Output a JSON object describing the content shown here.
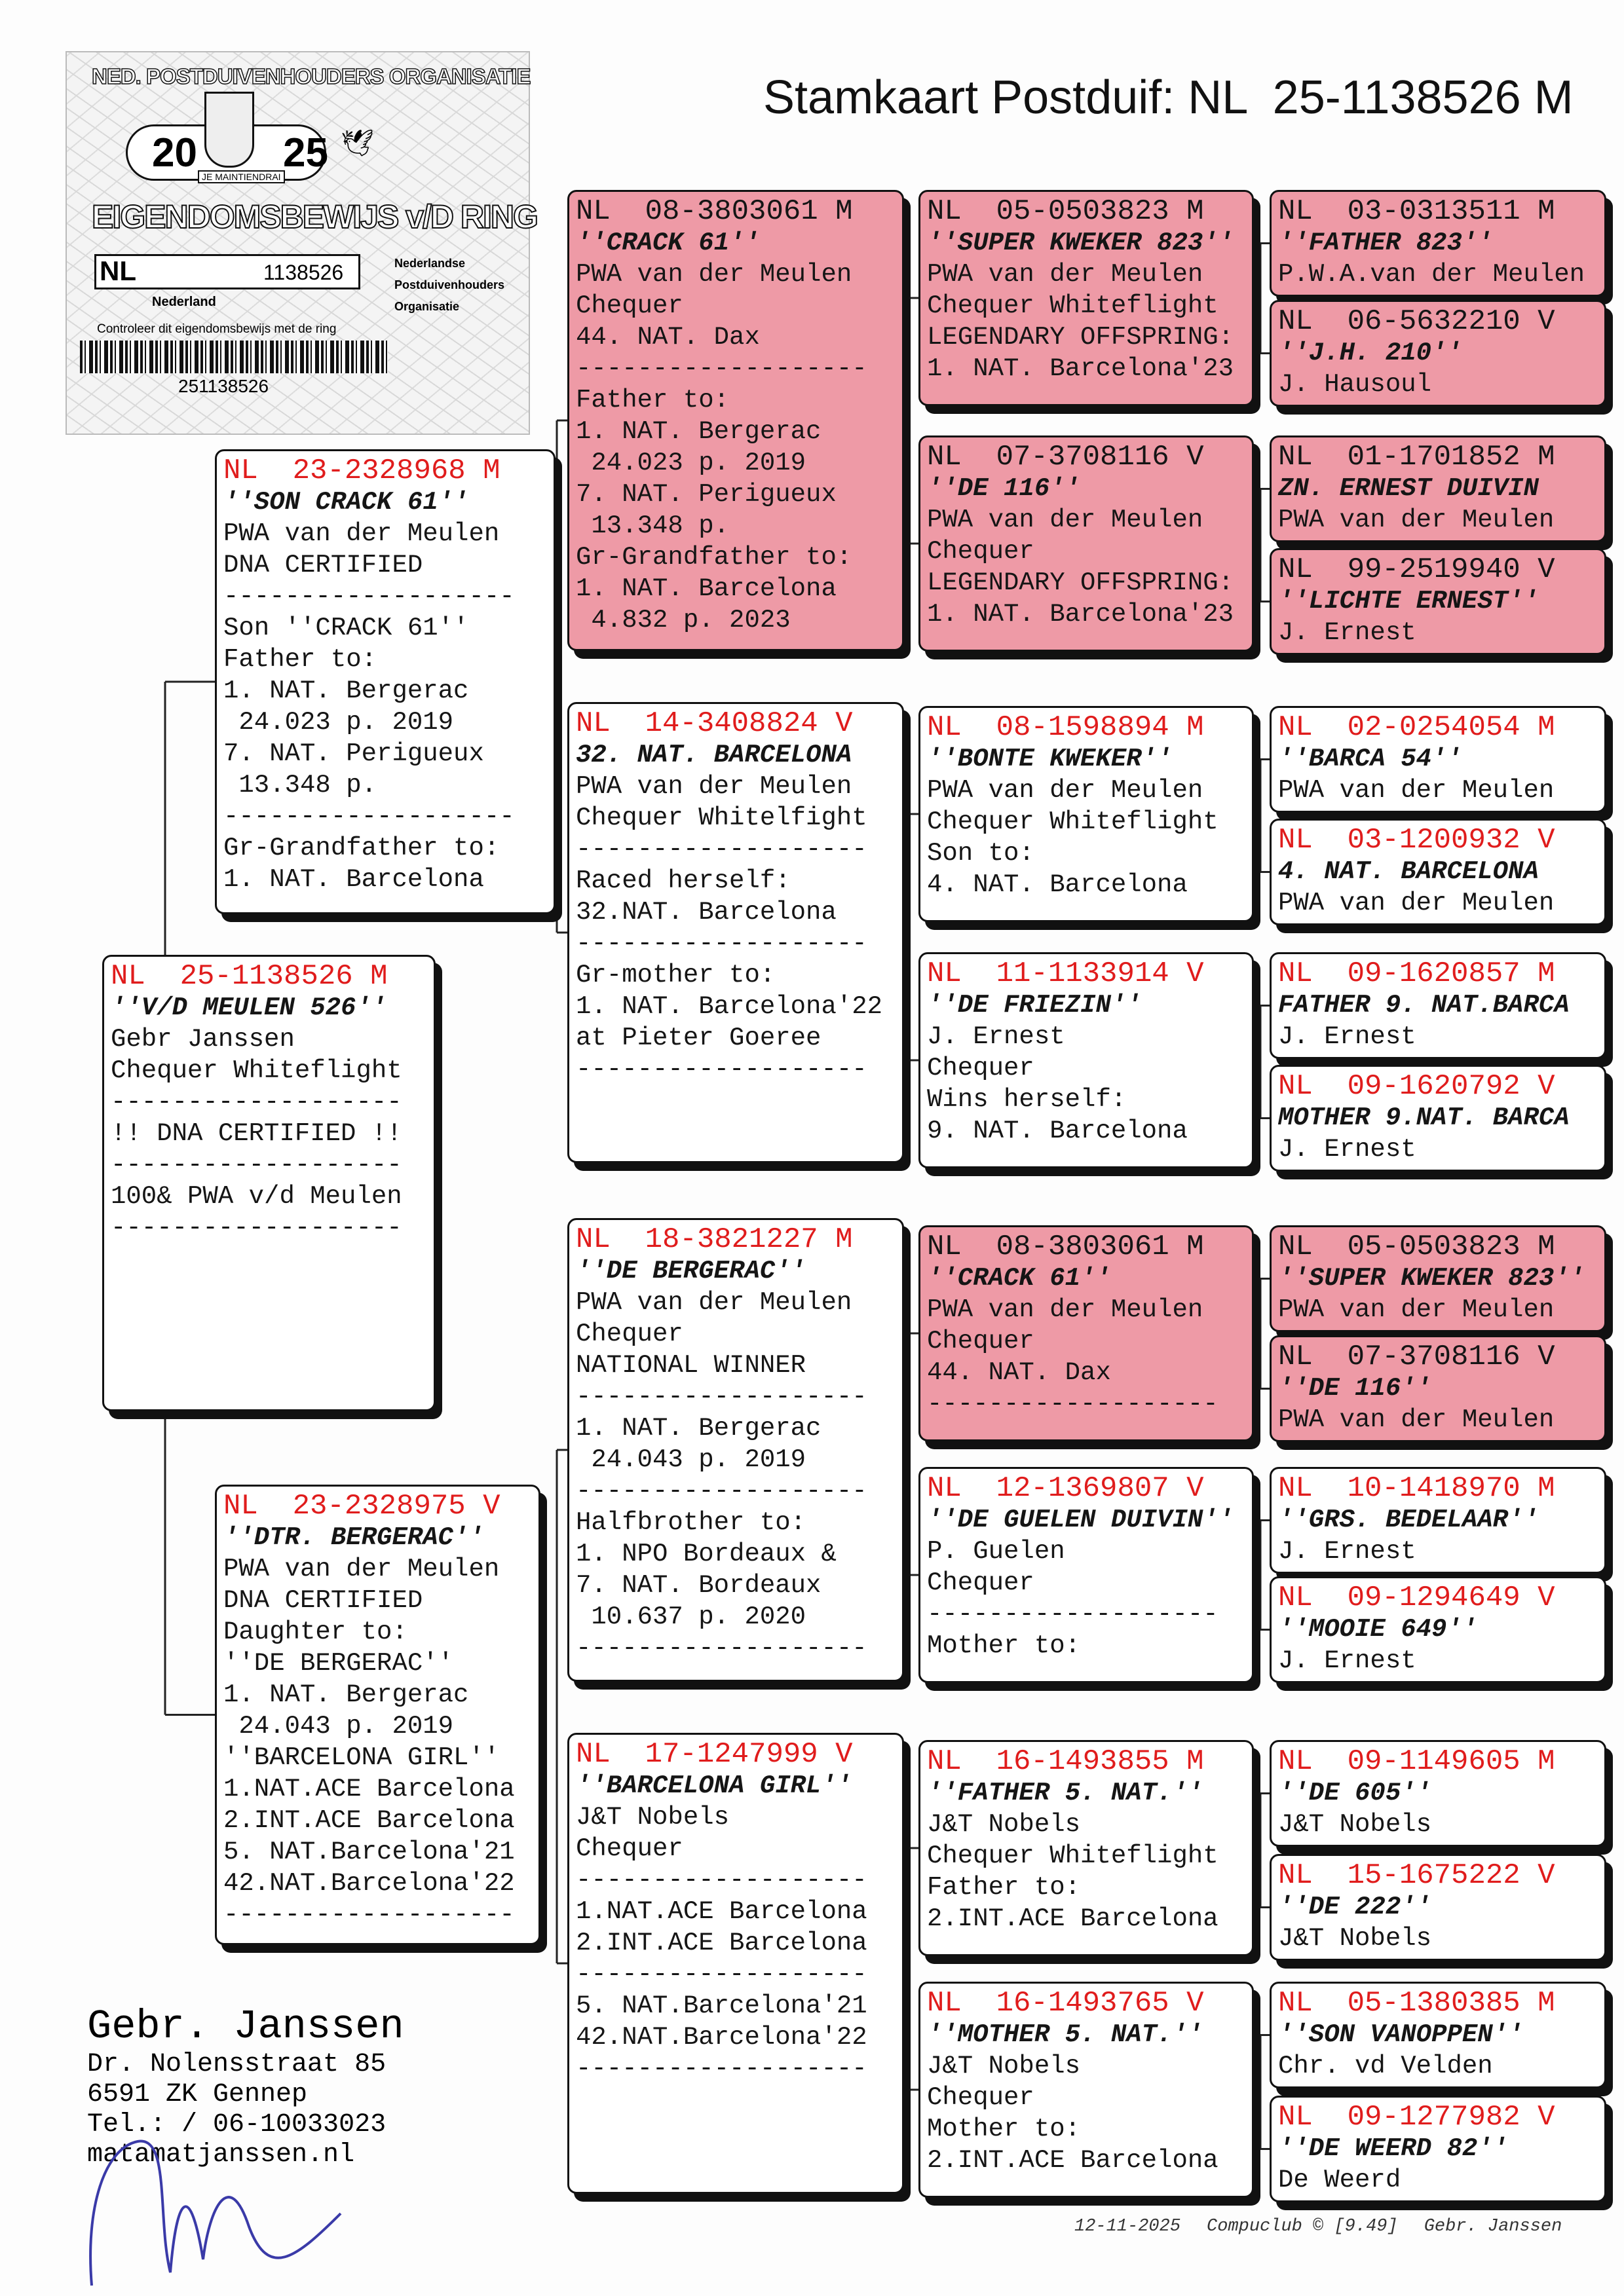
{
  "title": "Stamkaart Postduif: NL  25-1138526 M",
  "card": {
    "org": "NED. POSTDUIVENHOUDERS ORGANISATIE",
    "year_left": "20",
    "year_right": "25",
    "motto": "JE MAINTIENDRAI",
    "title": "EIGENDOMSBEWIJS v/D RING",
    "country": "NL",
    "ring": "1138526",
    "nederland": "Nederland",
    "npo": [
      "Nederlandse",
      "Postduivenhouders",
      "Organisatie"
    ],
    "check": "Controleer dit eigendomsbewijs met de ring",
    "barcode": "251138526"
  },
  "pedigree": {
    "boxes": [
      {
        "ring": "NL  25-1138526 M",
        "highlight": false,
        "lines": [
          "''V/D MEULEN 526''",
          "Gebr Janssen",
          "Chequer Whiteflight",
          "-------------------",
          "!! DNA CERTIFIED !!",
          "-------------------",
          "100& PWA v/d Meulen",
          "-------------------"
        ]
      },
      {
        "ring": "NL  23-2328968 M",
        "highlight": false,
        "lines": [
          "''SON CRACK 61''",
          "PWA van der Meulen",
          "DNA CERTIFIED",
          "-------------------",
          "Son ''CRACK 61''",
          "Father to:",
          "1. NAT. Bergerac",
          " 24.023 p. 2019",
          "7. NAT. Perigueux",
          " 13.348 p.",
          "-------------------",
          "Gr-Grandfather to:",
          "1. NAT. Barcelona"
        ]
      },
      {
        "ring": "NL  23-2328975 V",
        "highlight": false,
        "lines": [
          "''DTR. BERGERAC''",
          "PWA van der Meulen",
          "DNA CERTIFIED",
          "Daughter to:",
          "''DE BERGERAC''",
          "1. NAT. Bergerac",
          " 24.043 p. 2019",
          "''BARCELONA GIRL''",
          "1.NAT.ACE Barcelona",
          "2.INT.ACE Barcelona",
          "5. NAT.Barcelona'21",
          "42.NAT.Barcelona'22",
          "-------------------"
        ]
      },
      {
        "ring": "NL  08-3803061 M",
        "highlight": true,
        "lines": [
          "''CRACK 61''",
          "PWA van der Meulen",
          "Chequer",
          "44. NAT. Dax",
          "-------------------",
          "Father to:",
          "1. NAT. Bergerac",
          " 24.023 p. 2019",
          "7. NAT. Perigueux",
          " 13.348 p.",
          "Gr-Grandfather to:",
          "1. NAT. Barcelona",
          " 4.832 p. 2023"
        ]
      },
      {
        "ring": "NL  14-3408824 V",
        "highlight": false,
        "lines": [
          "32. NAT. BARCELONA",
          "PWA van der Meulen",
          "Chequer Whitelfight",
          "-------------------",
          "Raced herself:",
          "32.NAT. Barcelona",
          "-------------------",
          "Gr-mother to:",
          "1. NAT. Barcelona'22",
          "at Pieter Goeree",
          "-------------------"
        ]
      },
      {
        "ring": "NL  18-3821227 M",
        "highlight": false,
        "lines": [
          "''DE BERGERAC''",
          "PWA van der Meulen",
          "Chequer",
          "NATIONAL WINNER",
          "-------------------",
          "1. NAT. Bergerac",
          " 24.043 p. 2019",
          "-------------------",
          "Halfbrother to:",
          "1. NPO Bordeaux &",
          "7. NAT. Bordeaux",
          " 10.637 p. 2020",
          "-------------------"
        ]
      },
      {
        "ring": "NL  17-1247999 V",
        "highlight": false,
        "lines": [
          "''BARCELONA GIRL''",
          "J&T Nobels",
          "Chequer",
          "-------------------",
          "1.NAT.ACE Barcelona",
          "2.INT.ACE Barcelona",
          "-------------------",
          "5. NAT.Barcelona'21",
          "42.NAT.Barcelona'22",
          "-------------------"
        ]
      },
      {
        "ring": "NL  05-0503823 M",
        "highlight": true,
        "lines": [
          "''SUPER KWEKER 823''",
          "PWA van der Meulen",
          "Chequer Whiteflight",
          "LEGENDARY OFFSPRING:",
          "1. NAT. Barcelona'23"
        ]
      },
      {
        "ring": "NL  07-3708116 V",
        "highlight": true,
        "lines": [
          "''DE 116''",
          "PWA van der Meulen",
          "Chequer",
          "LEGENDARY OFFSPRING:",
          "1. NAT. Barcelona'23"
        ]
      },
      {
        "ring": "NL  08-1598894 M",
        "highlight": false,
        "lines": [
          "''BONTE KWEKER''",
          "PWA van der Meulen",
          "Chequer Whiteflight",
          "Son to:",
          "4. NAT. Barcelona"
        ]
      },
      {
        "ring": "NL  11-1133914 V",
        "highlight": false,
        "lines": [
          "''DE FRIEZIN''",
          "J. Ernest",
          "Chequer",
          "Wins herself:",
          "9. NAT. Barcelona"
        ]
      },
      {
        "ring": "NL  08-3803061 M",
        "highlight": true,
        "lines": [
          "''CRACK 61''",
          "PWA van der Meulen",
          "Chequer",
          "44. NAT. Dax",
          "-------------------"
        ]
      },
      {
        "ring": "NL  12-1369807 V",
        "highlight": false,
        "lines": [
          "''DE GUELEN DUIVIN''",
          "P. Guelen",
          "Chequer",
          "-------------------",
          "Mother to:"
        ]
      },
      {
        "ring": "NL  16-1493855 M",
        "highlight": false,
        "lines": [
          "''FATHER 5. NAT.''",
          "J&T Nobels",
          "Chequer Whiteflight",
          "Father to:",
          "2.INT.ACE Barcelona"
        ]
      },
      {
        "ring": "NL  16-1493765 V",
        "highlight": false,
        "lines": [
          "''MOTHER 5. NAT.''",
          "J&T Nobels",
          "Chequer",
          "Mother to:",
          "2.INT.ACE Barcelona"
        ]
      },
      {
        "ring": "NL  03-0313511 M",
        "highlight": true,
        "lines": [
          "''FATHER 823''",
          "P.W.A.van der Meulen"
        ]
      },
      {
        "ring": "NL  06-5632210 V",
        "highlight": true,
        "lines": [
          "''J.H. 210''",
          "J. Hausoul"
        ]
      },
      {
        "ring": "NL  01-1701852 M",
        "highlight": true,
        "lines": [
          "ZN. ERNEST DUIVIN",
          "PWA van der Meulen"
        ]
      },
      {
        "ring": "NL  99-2519940 V",
        "highlight": true,
        "lines": [
          "''LICHTE ERNEST''",
          "J. Ernest"
        ]
      },
      {
        "ring": "NL  02-0254054 M",
        "highlight": false,
        "lines": [
          "''BARCA 54''",
          "PWA van der Meulen"
        ]
      },
      {
        "ring": "NL  03-1200932 V",
        "highlight": false,
        "lines": [
          "4. NAT. BARCELONA",
          "PWA van der Meulen"
        ]
      },
      {
        "ring": "NL  09-1620857 M",
        "highlight": false,
        "lines": [
          "FATHER 9. NAT.BARCA",
          "J. Ernest"
        ]
      },
      {
        "ring": "NL  09-1620792 V",
        "highlight": false,
        "lines": [
          "MOTHER 9.NAT. BARCA",
          "J. Ernest"
        ]
      },
      {
        "ring": "NL  05-0503823 M",
        "highlight": true,
        "lines": [
          "''SUPER KWEKER 823''",
          "PWA van der Meulen"
        ]
      },
      {
        "ring": "NL  07-3708116 V",
        "highlight": true,
        "lines": [
          "''DE 116''",
          "PWA van der Meulen"
        ]
      },
      {
        "ring": "NL  10-1418970 M",
        "highlight": false,
        "lines": [
          "''GRS. BEDELAAR''",
          "J. Ernest"
        ]
      },
      {
        "ring": "NL  09-1294649 V",
        "highlight": false,
        "lines": [
          "''MOOIE 649''",
          "J. Ernest"
        ]
      },
      {
        "ring": "NL  09-1149605 M",
        "highlight": false,
        "lines": [
          "''DE 605''",
          "J&T Nobels"
        ]
      },
      {
        "ring": "NL  15-1675222 V",
        "highlight": false,
        "lines": [
          "''DE 222''",
          "J&T Nobels"
        ]
      },
      {
        "ring": "NL  05-1380385 M",
        "highlight": false,
        "lines": [
          "''SON VANOPPEN''",
          "Chr. vd Velden"
        ]
      },
      {
        "ring": "NL  09-1277982 V",
        "highlight": false,
        "lines": [
          "''DE WEERD 82''",
          "De Weerd"
        ]
      }
    ]
  },
  "owner": {
    "name": "Gebr. Janssen",
    "lines": [
      "Dr. Nolensstraat 85",
      "6591 ZK  Gennep",
      "Tel.: / 06-10033023",
      "matamatjanssen.nl"
    ]
  },
  "footer": {
    "date": "12-11-2025",
    "software": "Compuclub © [9.49]",
    "owner": "Gebr. Janssen"
  },
  "colors": {
    "ring_red": "#e01c1c",
    "highlight_pink": "#ee9aa6",
    "signature_blue": "#3a3aa8"
  }
}
